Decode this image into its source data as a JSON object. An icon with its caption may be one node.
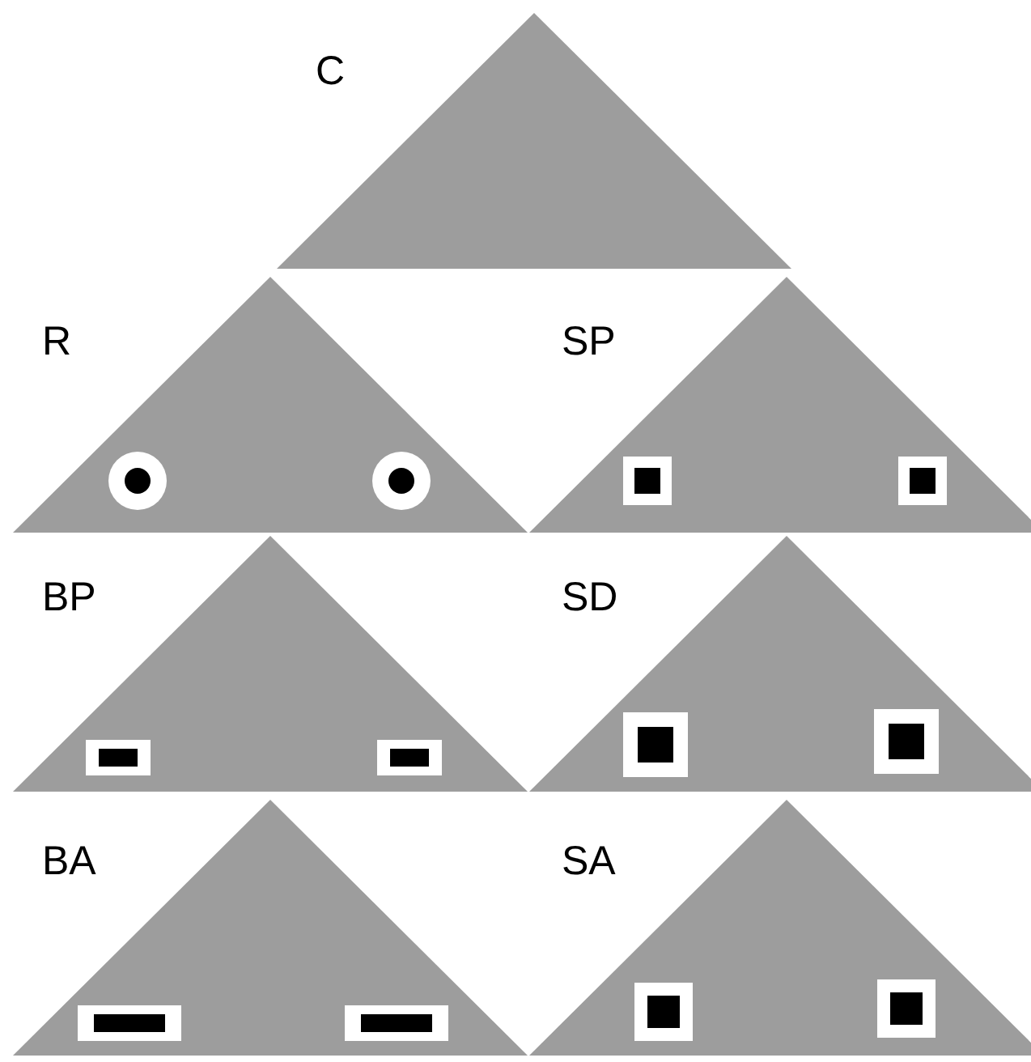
{
  "diagram": {
    "nodes": [
      {
        "text": [
          "C"
        ]
      },
      {
        "text": [
          "R"
        ]
      },
      {
        "text": [
          "SP"
        ]
      },
      {
        "text": [
          "BP"
        ]
      },
      {
        "text": [
          "SD"
        ]
      },
      {
        "text": [
          "BA"
        ]
      },
      {
        "text": [
          "SA"
        ]
      }
    ]
  }
}
